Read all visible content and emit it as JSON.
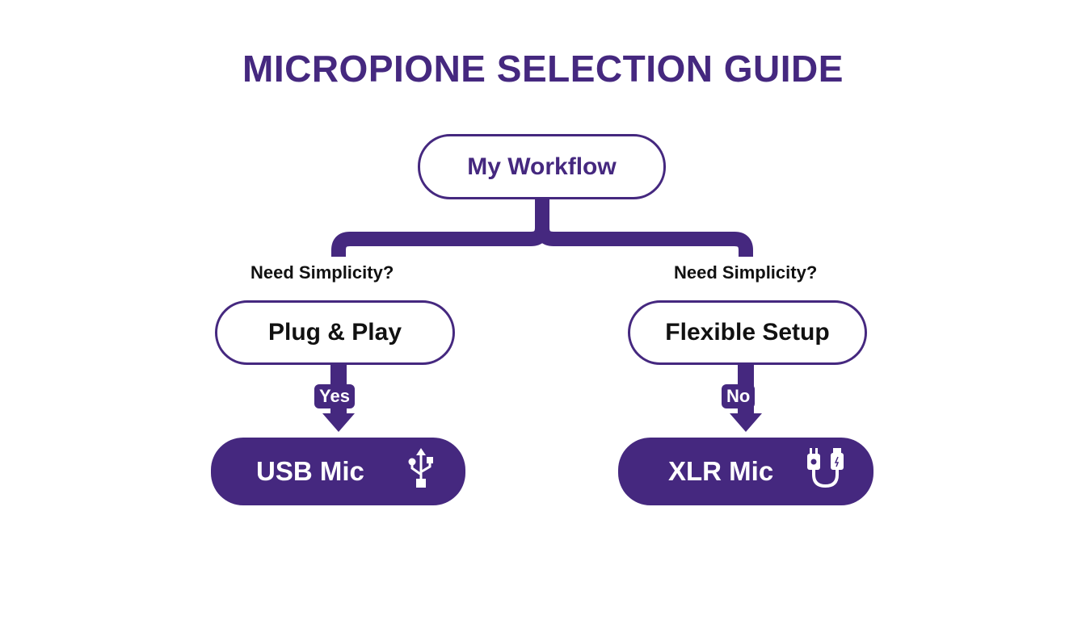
{
  "title": "MICROPIONE SELECTION GUIDE",
  "colors": {
    "primary": "#45287f",
    "text": "#111111",
    "background": "#ffffff"
  },
  "root": {
    "label": "My Workflow"
  },
  "branches": [
    {
      "question": "Need Simplicity?",
      "option": "Plug & Play",
      "answer": "Yes",
      "result": "USB Mic",
      "icon": "usb-icon"
    },
    {
      "question": "Need Simplicity?",
      "option": "Flexible Setup",
      "answer": "No",
      "result": "XLR Mic",
      "icon": "xlr-cable-icon"
    }
  ]
}
